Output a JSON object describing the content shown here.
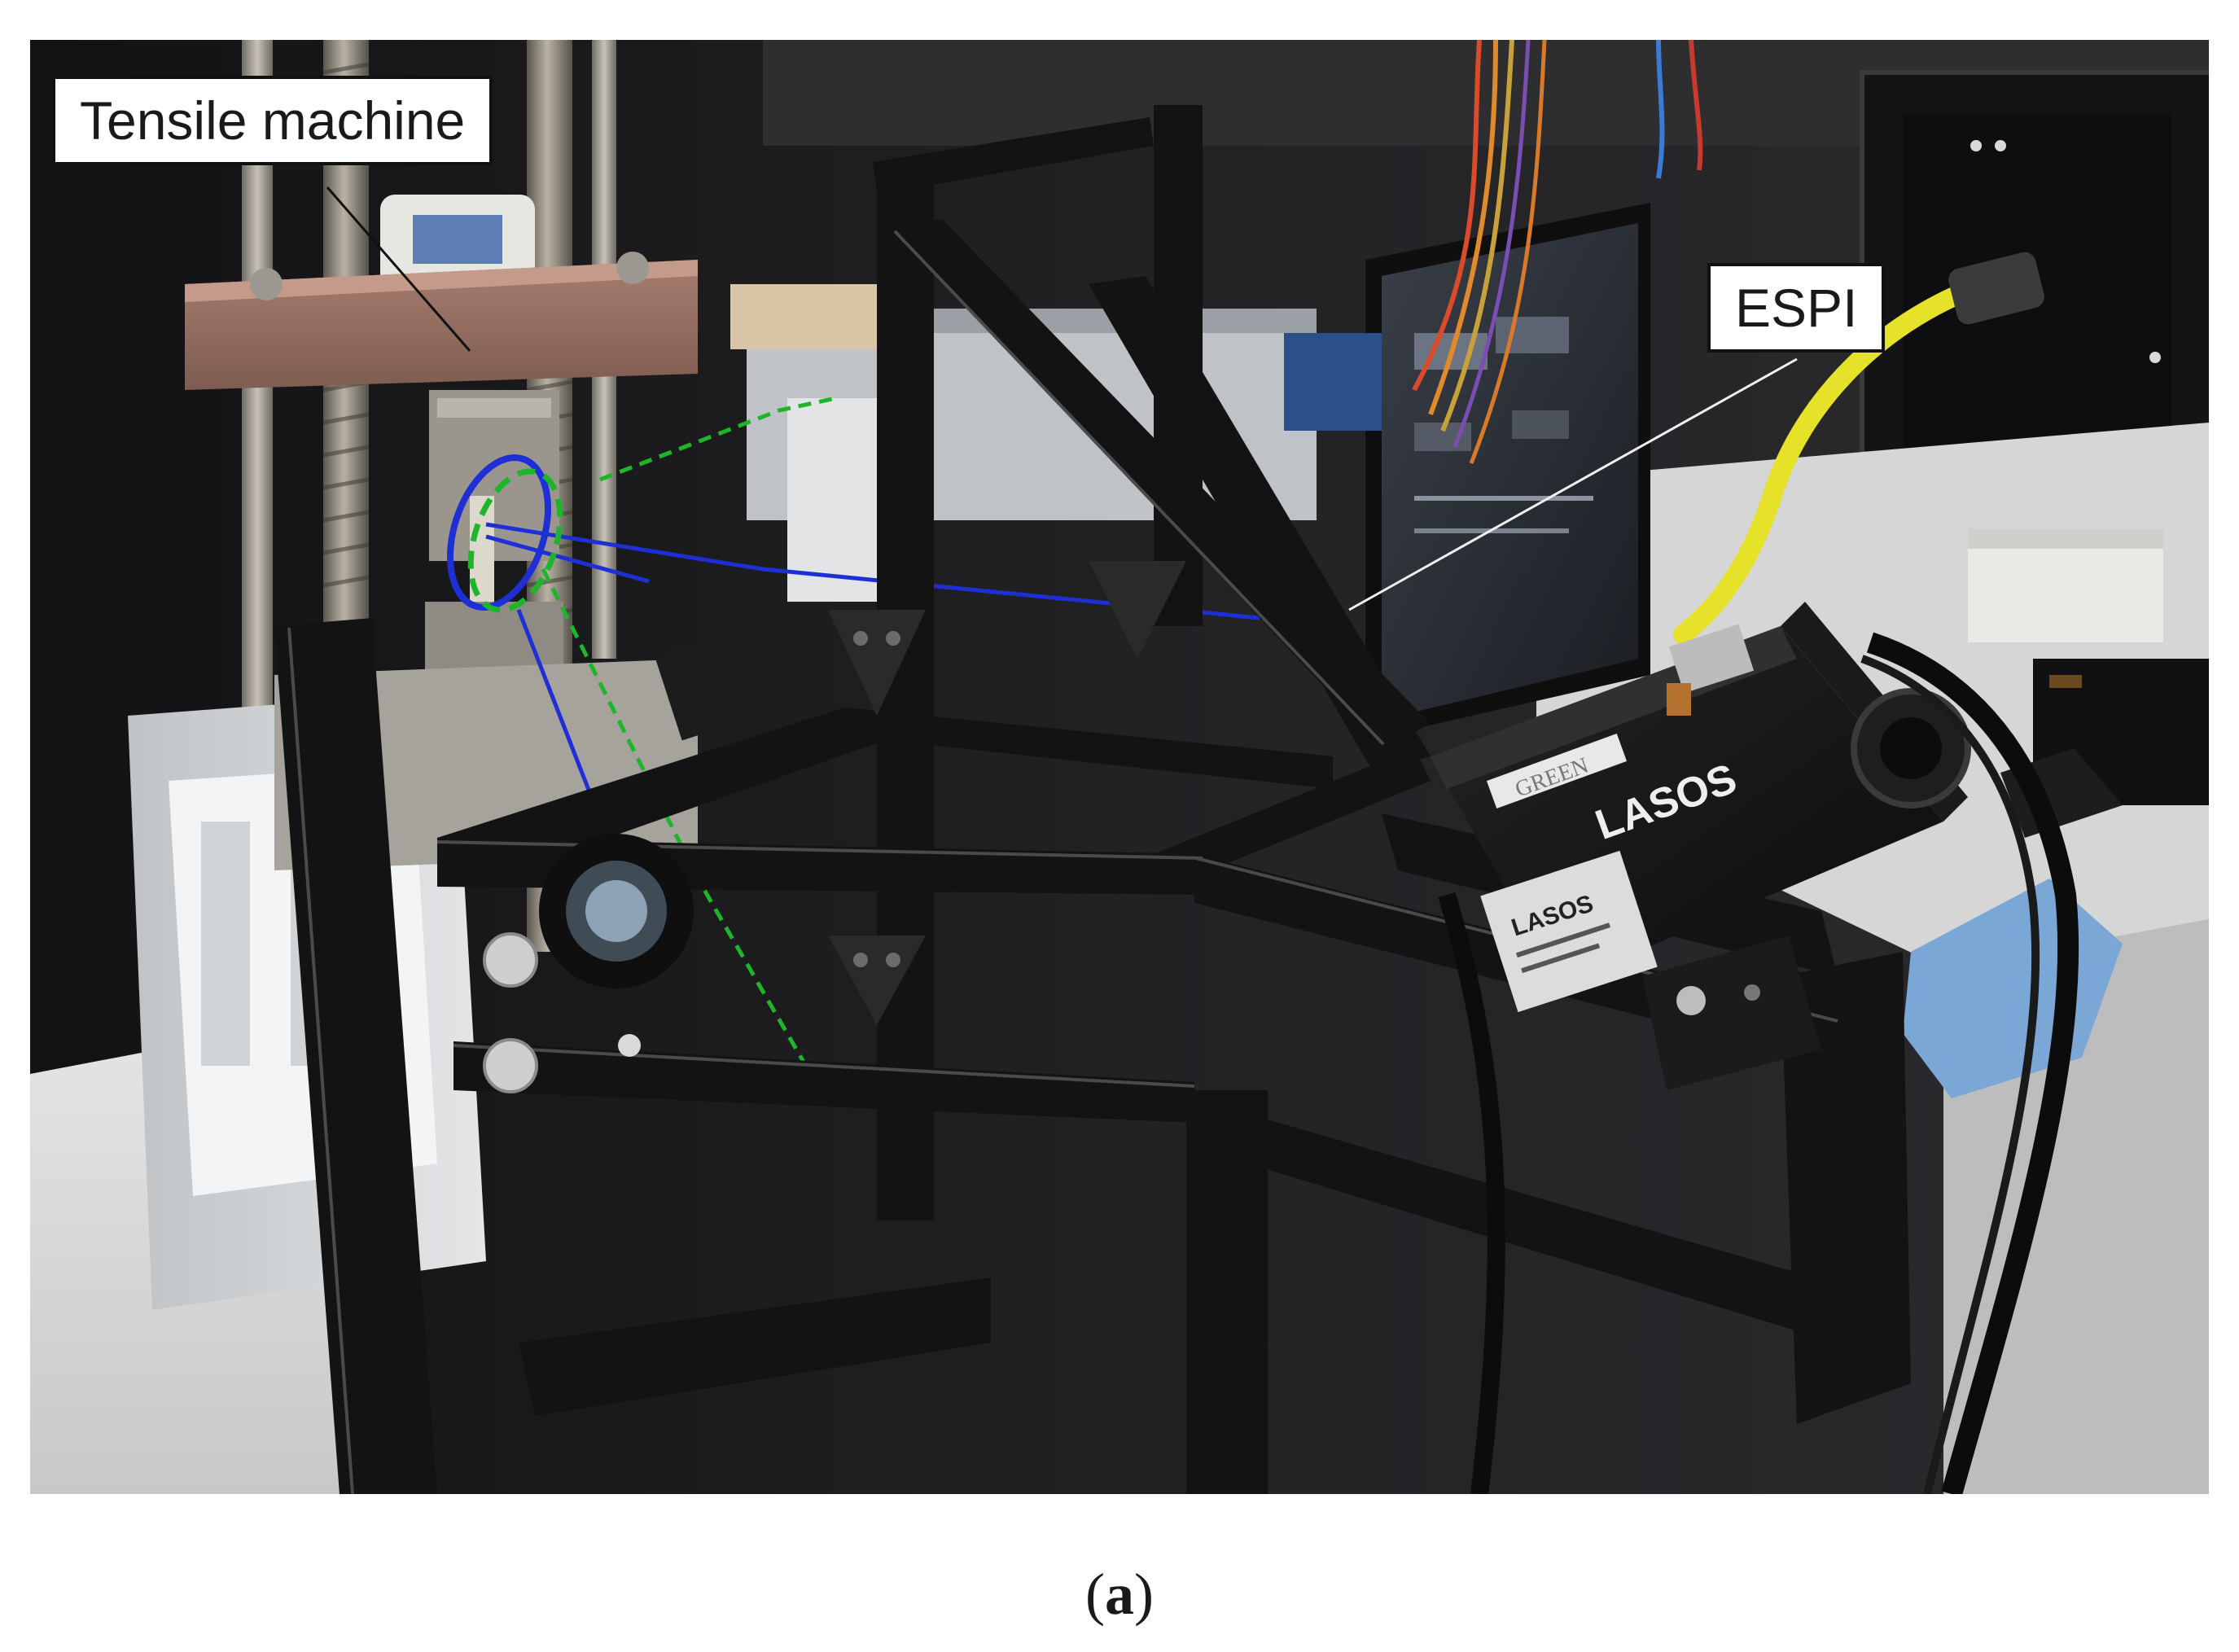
{
  "figure": {
    "callouts": {
      "tensile_machine": "Tensile machine",
      "espi": "ESPI"
    },
    "device_text": {
      "laser_brand": "LASOS",
      "laser_plate_brand": "LASOS",
      "laser_tag": "GREEN"
    },
    "caption": {
      "open": "(",
      "letter": "a",
      "close": ")"
    }
  },
  "colors": {
    "beam_blue": "#1f2fd6",
    "beam_green_dashed": "#1fb52b",
    "frame_black": "#131313",
    "cable_yellow": "#e6e22a"
  }
}
